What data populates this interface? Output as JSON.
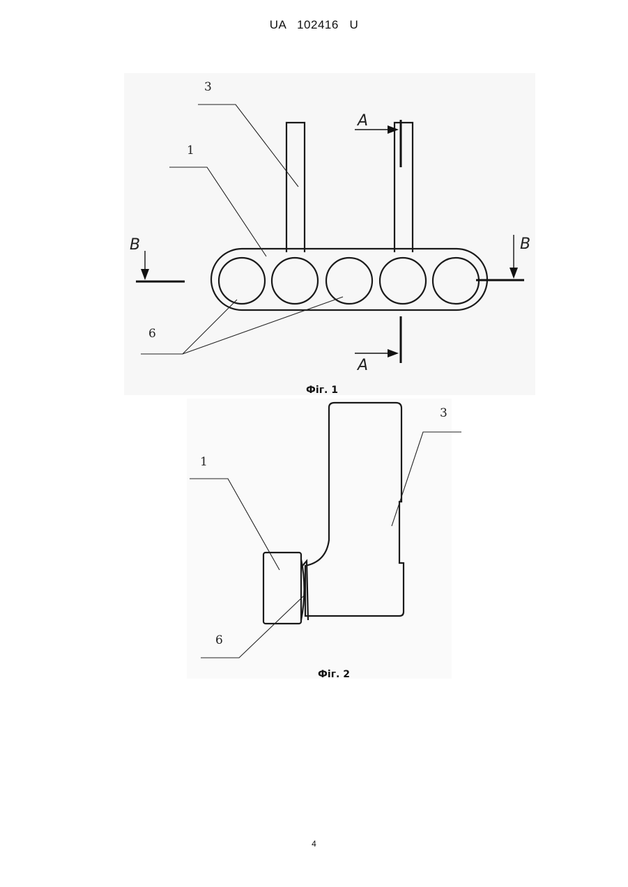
{
  "header": {
    "doc_id": "UA   102416   U"
  },
  "figure1": {
    "caption": "Фіг. 1",
    "labels": {
      "bar": "1",
      "tube": "3",
      "circles": "6"
    },
    "section_markers": {
      "a_top": "A",
      "a_bottom": "A",
      "b_left": "B",
      "b_right": "B"
    }
  },
  "figure2": {
    "caption": "Фіг. 2",
    "labels": {
      "bar": "1",
      "tube": "3",
      "circles": "6"
    }
  },
  "footer": {
    "page_number": "4"
  }
}
